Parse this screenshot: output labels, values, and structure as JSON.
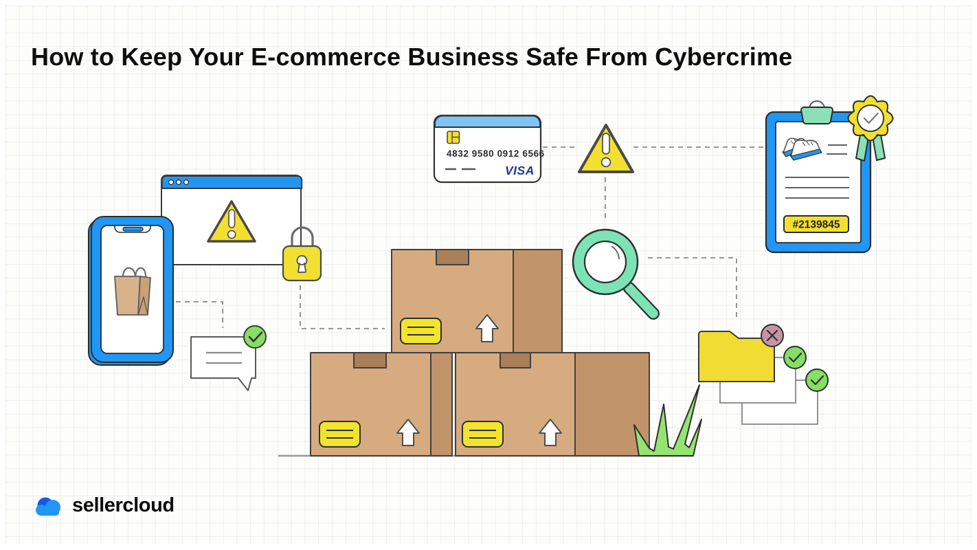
{
  "title": "How to Keep Your E-commerce Business Safe From Cybercrime",
  "logo": {
    "text": "sellercloud"
  },
  "illustration": {
    "credit_card": {
      "number": "4832 9580 0912 6566",
      "brand": "VISA"
    },
    "clipboard": {
      "order_number": "#2139845"
    },
    "icon_names": [
      "warning-triangle-icon",
      "padlock-icon",
      "check-circle-icon",
      "x-circle-icon",
      "magnifier-icon",
      "shopping-bag-icon",
      "sneakers-icon",
      "rosette-award-icon",
      "folder-icon",
      "cloud-logo-icon",
      "speech-bubble-icon",
      "box-arrow-up-icon"
    ]
  },
  "palette": {
    "blue": "#2196F3",
    "light_blue": "#7EC5F4",
    "yellow": "#F2DF30",
    "mint": "#7CE3B7",
    "green": "#86DE64",
    "mauve": "#C495A5",
    "box_front": "#D6AB80",
    "box_side": "#C1946A",
    "box_tape": "#A9805A",
    "bag_front": "#D9B28B",
    "bag_side": "#CBA173",
    "grass_green": "#94E472",
    "visa_blue": "#1B3A91",
    "outline": "#3A3A3A"
  }
}
